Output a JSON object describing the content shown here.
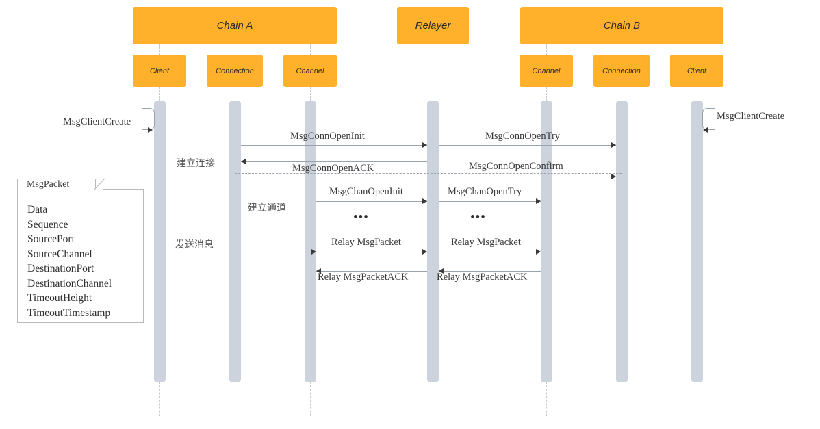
{
  "diagram": {
    "title": "IBC sequence diagram",
    "colors": {
      "header_orange": "#FFB12B",
      "activation_gray": "#ccd3dd",
      "line_gray": "#9aa2ad",
      "lifeline_dash": "#c9c9c9",
      "text_dark": "#2f2f2f"
    }
  },
  "participants": {
    "chains": [
      {
        "id": "chain-a",
        "label": "Chain A"
      },
      {
        "id": "relayer",
        "label": "Relayer"
      },
      {
        "id": "chain-b",
        "label": "Chain B"
      }
    ],
    "modules": [
      {
        "id": "a-client",
        "label": "Client",
        "chain": "Chain A"
      },
      {
        "id": "a-connection",
        "label": "Connection",
        "chain": "Chain A"
      },
      {
        "id": "a-channel",
        "label": "Channel",
        "chain": "Chain A"
      },
      {
        "id": "b-channel",
        "label": "Channel",
        "chain": "Chain B"
      },
      {
        "id": "b-connection",
        "label": "Connection",
        "chain": "Chain B"
      },
      {
        "id": "b-client",
        "label": "Client",
        "chain": "Chain B"
      }
    ]
  },
  "phases": [
    {
      "id": "phase-connection",
      "label": "建立连接"
    },
    {
      "id": "phase-channel",
      "label": "建立通道"
    },
    {
      "id": "phase-packet",
      "label": "发送消息"
    }
  ],
  "messages": {
    "client_create_left": "MsgClientCreate",
    "client_create_right": "MsgClientCreate",
    "conn_open_init": "MsgConnOpenInit",
    "conn_open_try": "MsgConnOpenTry",
    "conn_open_ack": "MsgConnOpenACK",
    "conn_open_confirm": "MsgConnOpenConfirm",
    "chan_open_init": "MsgChanOpenInit",
    "chan_open_try": "MsgChanOpenTry",
    "ellipsis_left": "•••",
    "ellipsis_right": "•••",
    "relay_packet_left": "Relay MsgPacket",
    "relay_packet_right": "Relay MsgPacket",
    "relay_packet_ack_left": "Relay MsgPacketACK",
    "relay_packet_ack_right": "Relay MsgPacketACK"
  },
  "note": {
    "title": "MsgPacket",
    "fields": [
      "Data",
      "Sequence",
      "SourcePort",
      "SourceChannel",
      "DestinationPort",
      "DestinationChannel",
      "TimeoutHeight",
      "TimeoutTimestamp"
    ]
  }
}
